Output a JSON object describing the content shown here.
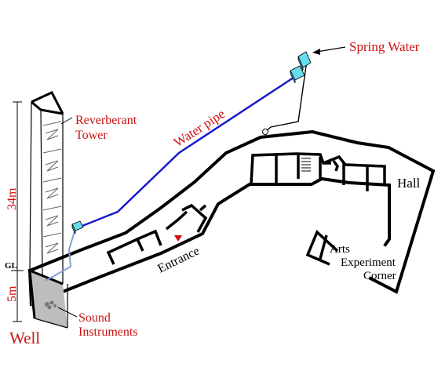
{
  "labels": {
    "spring_water": "Spring Water",
    "water_pipe": "Water pipe",
    "reverberant_tower_line1": "Reverberant",
    "reverberant_tower_line2": "Tower",
    "hall": "Hall",
    "entrance": "Entrance",
    "arts_line1": "Arts",
    "arts_line2": "Experiment",
    "arts_line3": "Corner",
    "sound_line1": "Sound",
    "sound_line2": "Instruments",
    "well": "Well",
    "gl": "GL",
    "height_34m": "34m",
    "depth_5m": "5m"
  },
  "colors": {
    "label_red": "#cc1111",
    "pipe_blue": "#1a1acc",
    "tank_cyan": "#66ddee",
    "walls": "#000000"
  }
}
